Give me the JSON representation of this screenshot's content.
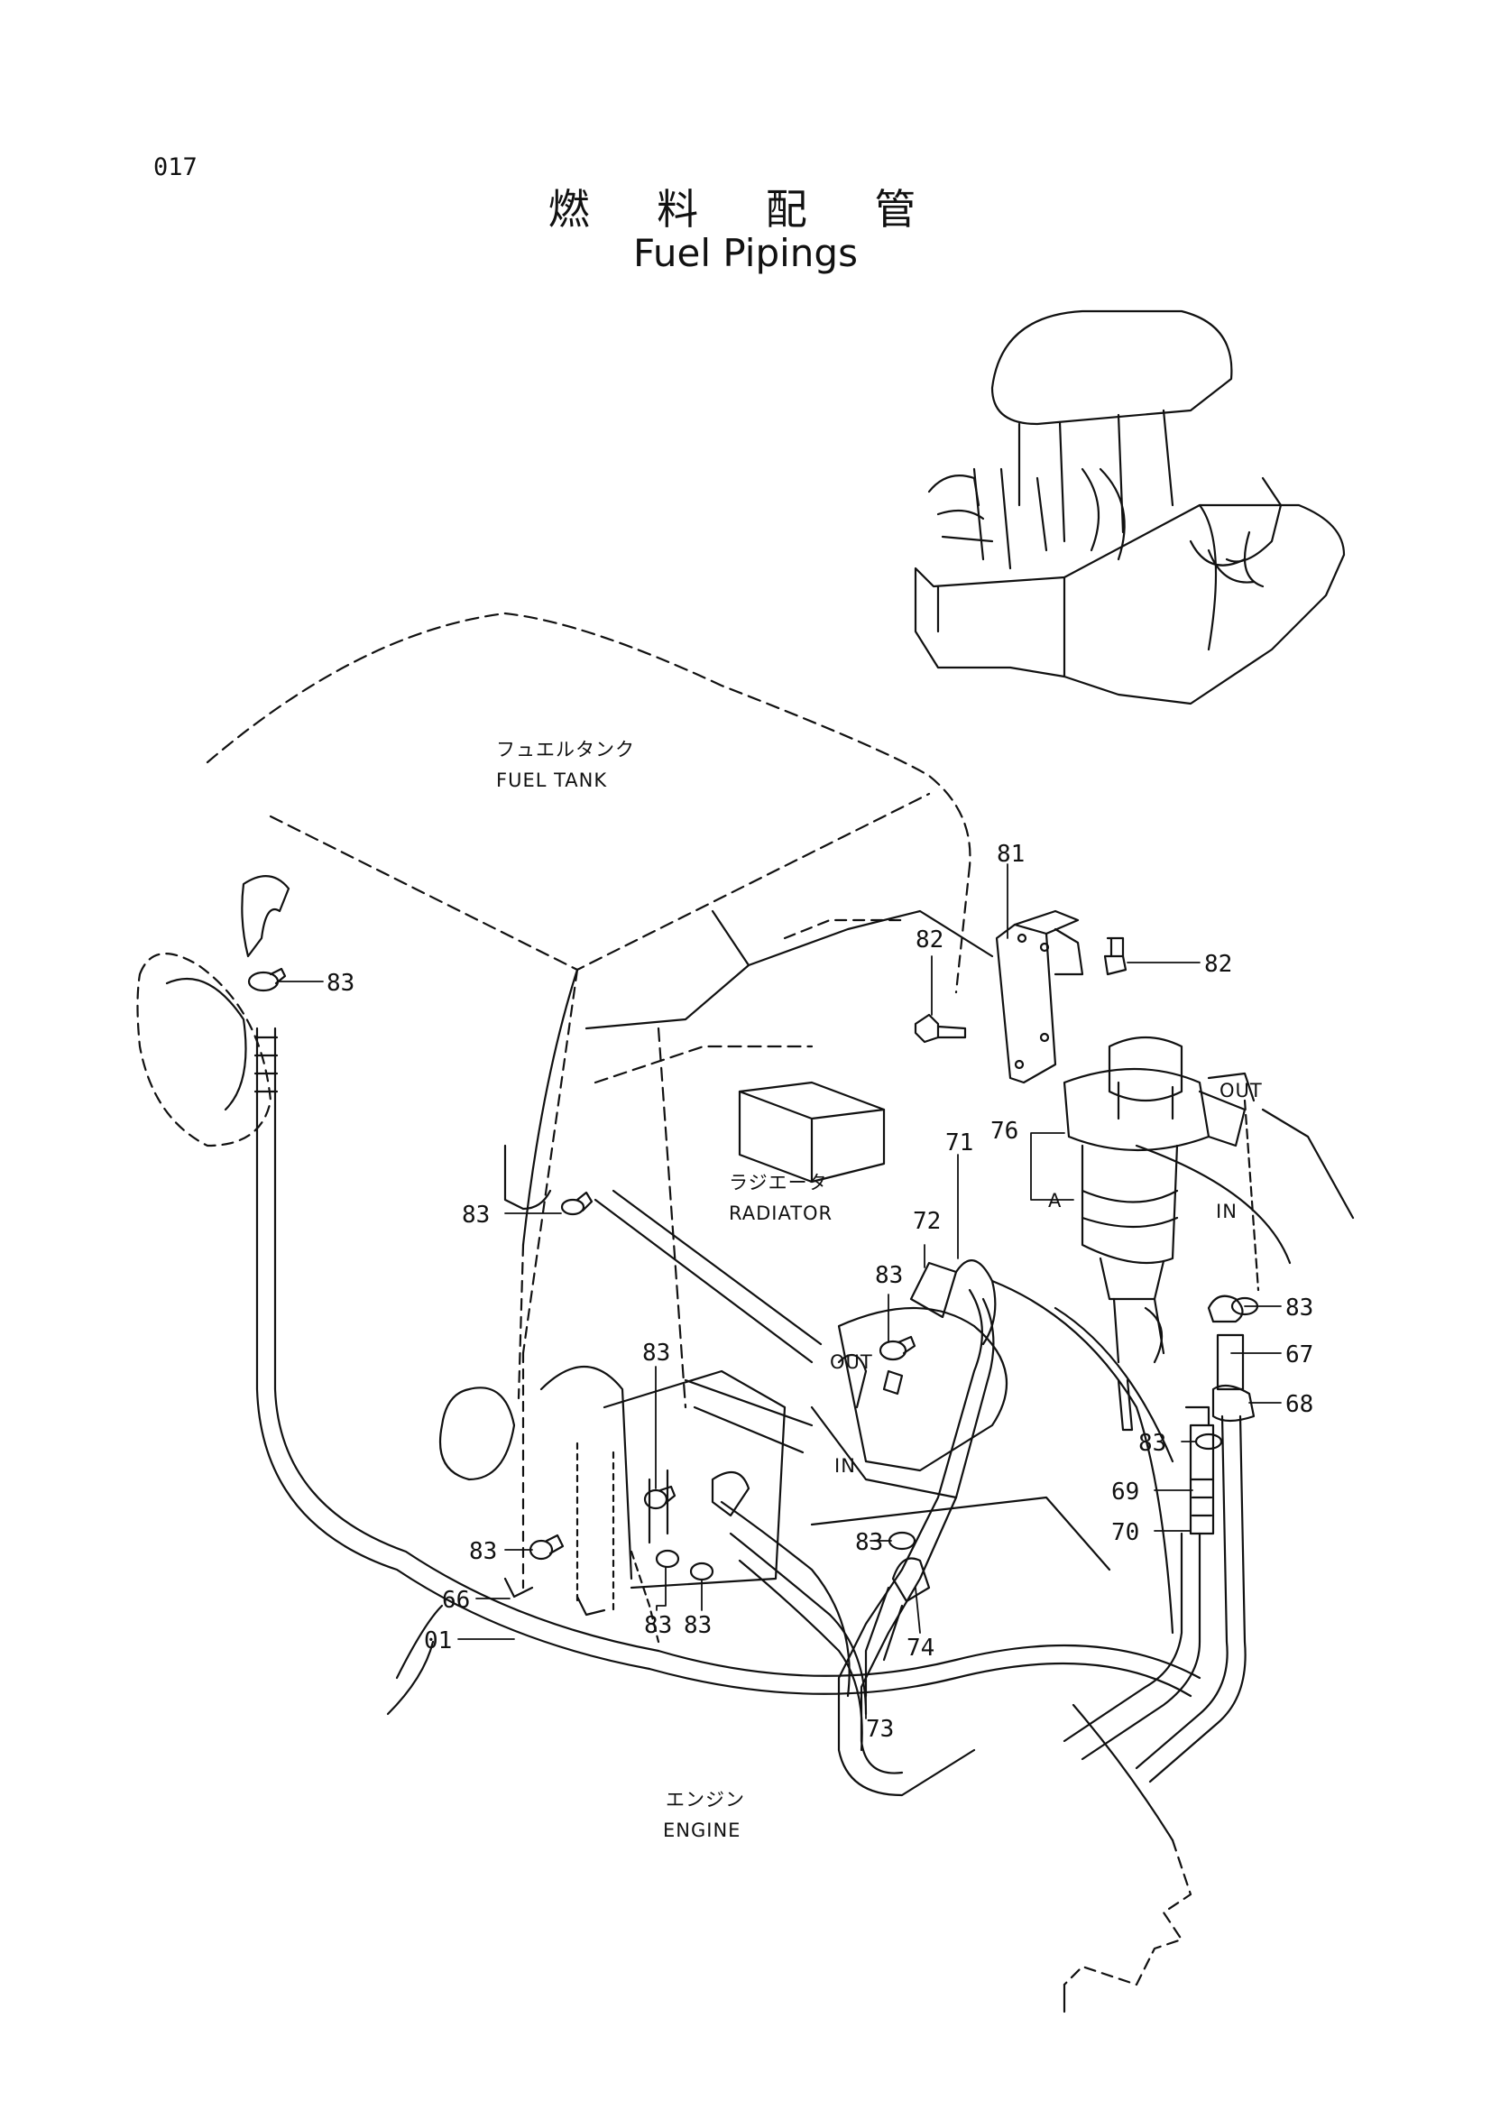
{
  "page_number": "017",
  "title_jp": "燃 料 配 管",
  "title_en": "Fuel Pipings",
  "components": {
    "fuel_tank_jp": "フュエルタンク",
    "fuel_tank_en": "FUEL TANK",
    "radiator_jp": "ラジエータ",
    "radiator_en": "RADIATOR",
    "engine_jp": "エンジン",
    "engine_en": "ENGINE"
  },
  "port_labels": {
    "filter_out": "OUT",
    "filter_in": "IN",
    "pump_out": "OUT",
    "pump_in": "IN",
    "view_a": "A"
  },
  "part_callouts": {
    "p83_tank": "83",
    "p81": "81",
    "p82_left": "82",
    "p82_right": "82",
    "p76": "76",
    "p83_mid": "83",
    "p71": "71",
    "p72": "72",
    "p83_pump": "83",
    "p83_upper": "83",
    "p83_right_top": "83",
    "p67": "67",
    "p68": "68",
    "p83_right_mid": "83",
    "p69": "69",
    "p70": "70",
    "p83_lower_left": "83",
    "p66": "66",
    "p01": "01",
    "p83_bottom_a": "83",
    "p83_bottom_b": "83",
    "p83_lower_mid": "83",
    "p74": "74",
    "p73": "73"
  }
}
